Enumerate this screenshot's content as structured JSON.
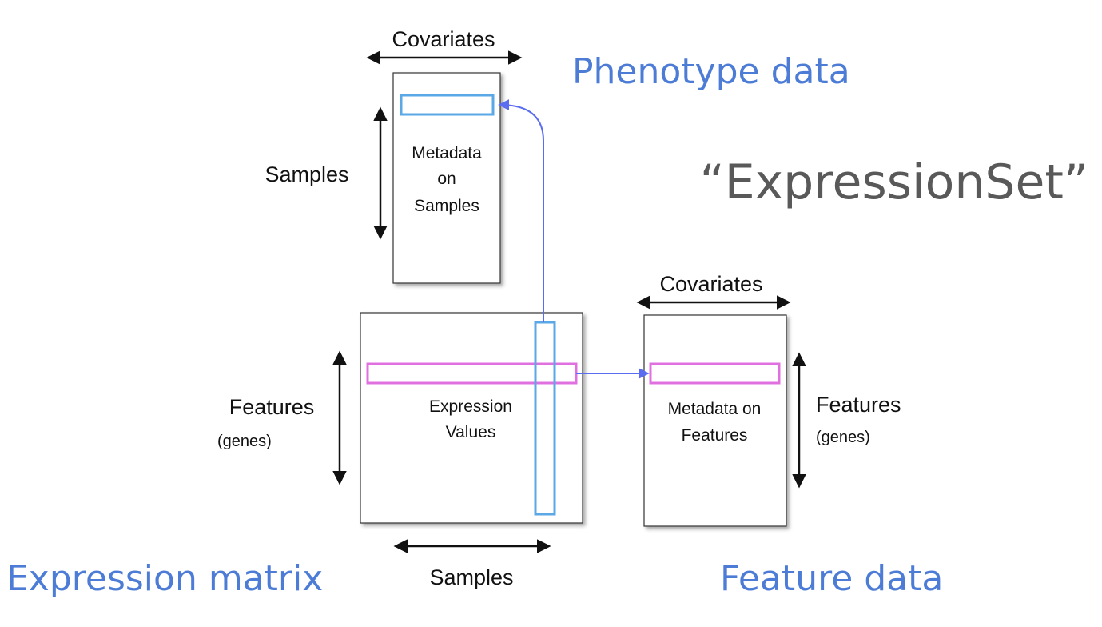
{
  "pheno": {
    "covariates_label": "Covariates",
    "samples_label": "Samples",
    "box_text": [
      "Metadata",
      "on",
      "Samples"
    ]
  },
  "feature": {
    "covariates_label": "Covariates",
    "features_label": "Features",
    "genes_label": "(genes)",
    "box_text": [
      "Metadata on",
      "Features"
    ]
  },
  "expr": {
    "features_label": "Features",
    "genes_label": "(genes)",
    "box_text": [
      "Expression",
      "Values"
    ],
    "samples_label": "Samples"
  },
  "titles": {
    "phenotype": "Phenotype data",
    "expressionset": "“ExpressionSet”",
    "expression_matrix": "Expression matrix",
    "feature_data": "Feature data"
  },
  "colors": {
    "title_blue": "#4c7cd6",
    "gray": "#595959",
    "sample_highlight": "#5aa9e6",
    "feature_highlight": "#e070e0",
    "connector": "#5a6cf0"
  }
}
